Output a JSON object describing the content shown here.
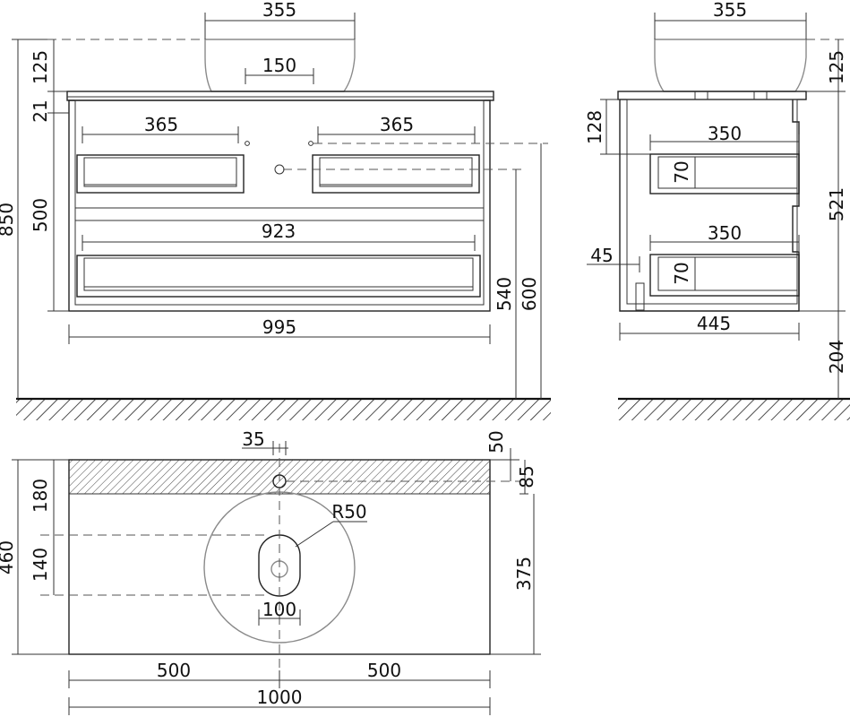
{
  "drawing": {
    "front_view": {
      "basin_width": "355",
      "basin_height": "125",
      "drain_width": "150",
      "countertop_thickness": "21",
      "drawer_left_width": "365",
      "drawer_right_width": "365",
      "upper_drawer_height": "500",
      "lower_drawer_width": "923",
      "total_height": "850",
      "cabinet_width": "995",
      "height_540": "540",
      "height_600": "600"
    },
    "side_view": {
      "basin_width": "355",
      "basin_height": "125",
      "top_offset": "128",
      "inner_drawer_depth_1": "350",
      "drawer_height_1": "70",
      "cabinet_height": "521",
      "inner_drawer_depth_2": "350",
      "drawer_height_2": "70",
      "offset_45": "45",
      "cabinet_depth": "445",
      "wall_clearance": "204"
    },
    "top_view": {
      "tap_offset": "35",
      "tap_edge_50": "50",
      "tap_edge_85": "85",
      "back_strip_180": "180",
      "depth_460": "460",
      "drain_spacing_140": "140",
      "radius_label": "R50",
      "slot_width": "100",
      "front_to_drain_375": "375",
      "half_left": "500",
      "half_right": "500",
      "total_width": "1000"
    },
    "colors": {
      "line": "#222222",
      "basin": "#8a8a8a",
      "hatch": "#333333"
    }
  }
}
